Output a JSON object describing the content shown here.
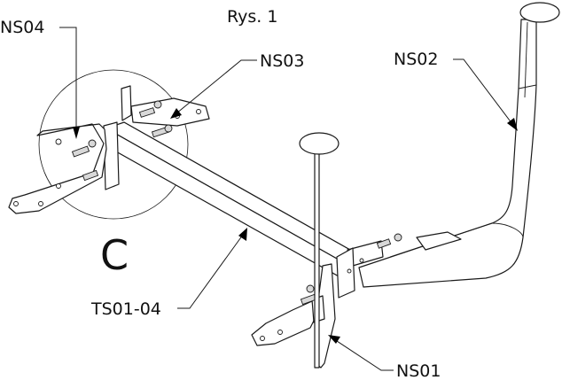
{
  "figure": {
    "caption": "Rys. 1",
    "detail_letter": "C"
  },
  "callouts": {
    "ns01": "NS01",
    "ns02": "NS02",
    "ns03": "NS03",
    "ns04": "NS04",
    "ts01_04": "TS01-04"
  }
}
